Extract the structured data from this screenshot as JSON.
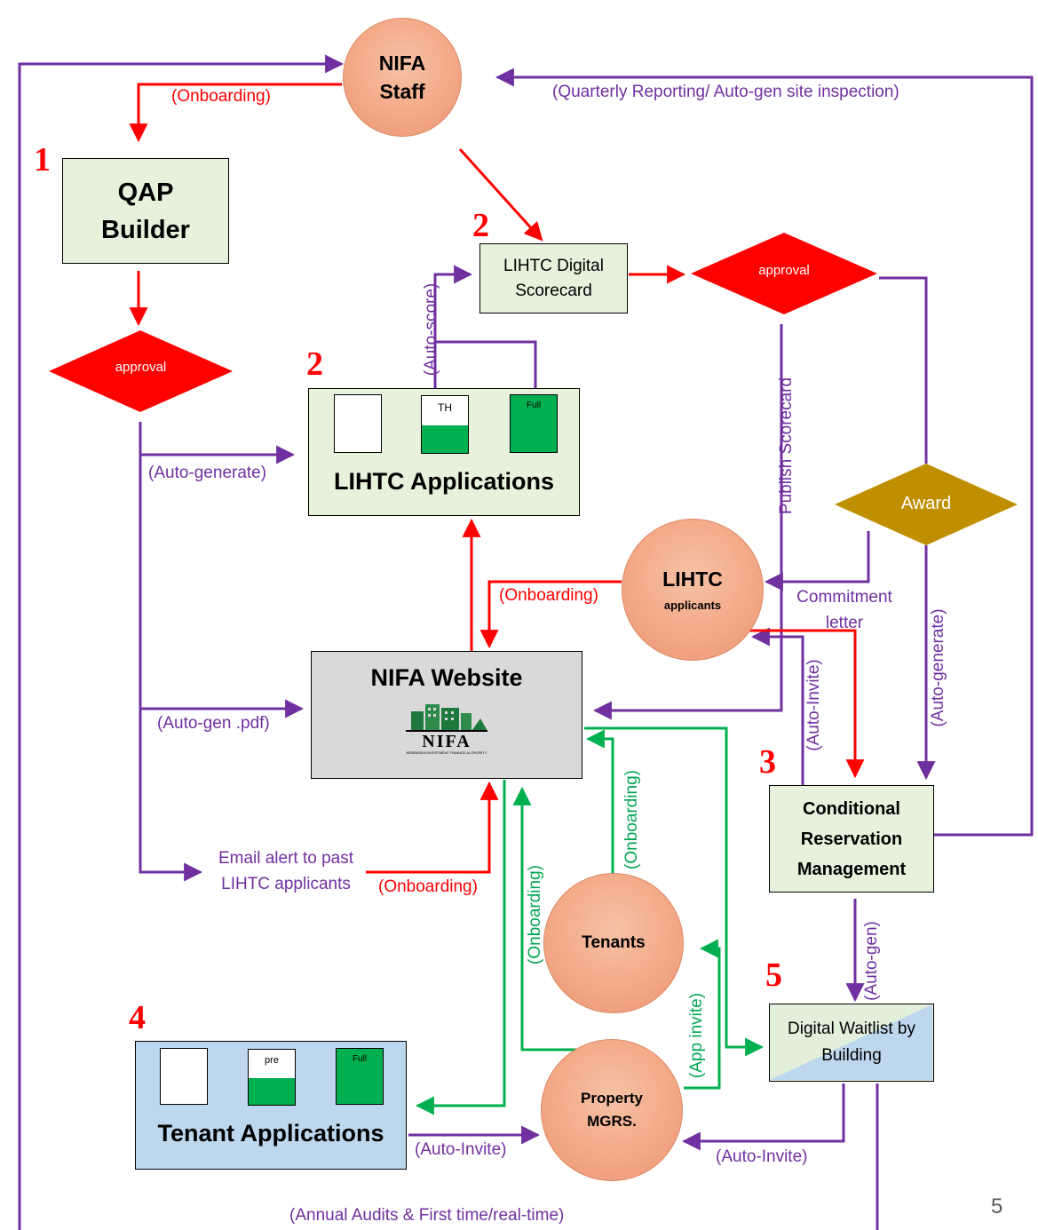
{
  "nodes": {
    "nifa_staff": "NIFA Staff",
    "qap_builder": "QAP Builder",
    "scorecard": "LIHTC Digital Scorecard",
    "lihtc_applications": "LIHTC Applications",
    "lihtc_applicants_title": "LIHTC",
    "lihtc_applicants_sub": "applicants",
    "nifa_website": "NIFA Website",
    "nifa_logo_text": "NIFA",
    "nifa_logo_sub": "NEBRASKA INVESTMENT FINANCE AUTHORITY",
    "conditional_reservation": "Conditional Reservation Management",
    "tenants": "Tenants",
    "property_mgrs": "Property MGRS.",
    "digital_waitlist": "Digital Waitlist by Building",
    "tenant_applications": "Tenant Applications",
    "email_alert": "Email alert to past LIHTC applicants"
  },
  "decisions": {
    "approval_left": "approval",
    "approval_right": "approval",
    "award": "Award"
  },
  "documents": {
    "lihtc_th": "TH",
    "lihtc_full": "Full",
    "tenant_pre": "pre",
    "tenant_full": "Full"
  },
  "step_numbers": {
    "s1": "1",
    "s2a": "2",
    "s2b": "2",
    "s3": "3",
    "s4": "4",
    "s5": "5"
  },
  "edge_labels": {
    "onboarding_staff": "(Onboarding)",
    "quarterly": "(Quarterly Reporting/ Auto-gen site inspection)",
    "auto_score": "(Auto-score)",
    "auto_generate_left": "(Auto-generate)",
    "publish_scorecard": "Publish Scorecard",
    "onboarding_applicants": "(Onboarding)",
    "commitment_letter": "Commitment letter",
    "auto_generate_right": "(Auto-generate)",
    "auto_gen_pdf": "(Auto-gen .pdf)",
    "auto_invite_cr": "(Auto-Invite)",
    "onboarding_email": "(Onboarding)",
    "onboarding_tenants": "(Onboarding)",
    "onboarding_pm": "(Onboarding)",
    "auto_gen": "(Auto-gen)",
    "app_invite": "(App invite)",
    "auto_invite_tenant": "(Auto-Invite)",
    "auto_invite_waitlist": "(Auto-Invite)",
    "annual_audits": "(Annual Audits & First time/real-time)"
  },
  "page_number": "5",
  "colors": {
    "red": "#ff0000",
    "purple": "#7030a0",
    "green": "#00b050",
    "circle": "#f3a987",
    "light_green": "#e6f2dc",
    "light_blue": "#bdd7ee",
    "grey": "#d9d9d9",
    "award": "#bf8f00"
  }
}
